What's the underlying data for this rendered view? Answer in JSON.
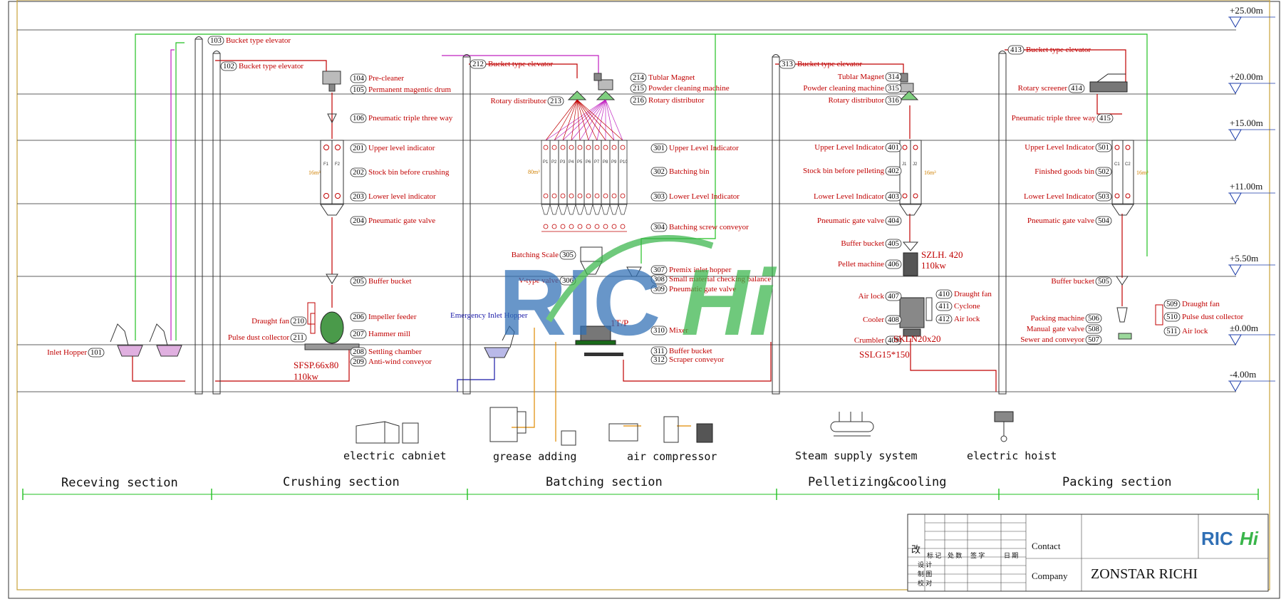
{
  "elevations": [
    "+25.00m",
    "+20.00m",
    "+15.00m",
    "+11.00m",
    "+5.50m",
    "±0.00m",
    "-4.00m"
  ],
  "receiving": {
    "inlet_hopper": {
      "label": "Inlet Hopper",
      "num": "101"
    },
    "bucket_elevator_103": {
      "label": "Bucket type elevator",
      "num": "103"
    }
  },
  "crushing": {
    "bucket_elevator": {
      "label": "Bucket type elevator",
      "num": "102"
    },
    "items": [
      {
        "num": "104",
        "label": "Pre-cleaner"
      },
      {
        "num": "105",
        "label": "Permanent magentic drum"
      },
      {
        "num": "106",
        "label": "Pneumatic triple three way"
      },
      {
        "num": "201",
        "label": "Upper level indicator"
      },
      {
        "num": "202",
        "label": "Stock bin before crushing"
      },
      {
        "num": "203",
        "label": "Lower level indicator"
      },
      {
        "num": "204",
        "label": "Pneumatic gate valve"
      },
      {
        "num": "205",
        "label": "Buffer bucket"
      },
      {
        "num": "206",
        "label": "Impeller feeder"
      },
      {
        "num": "207",
        "label": "Hammer mill"
      },
      {
        "num": "208",
        "label": "Settling chamber"
      },
      {
        "num": "209",
        "label": "Anti-wind conveyor"
      }
    ],
    "left_items": [
      {
        "num": "210",
        "label": "Draught fan"
      },
      {
        "num": "211",
        "label": "Pulse dust collector"
      }
    ],
    "spec_model": "SFSP.66x80",
    "spec_power": "110kw",
    "bin_volume": "16m³"
  },
  "batching": {
    "bucket_elevator": {
      "label": "Bucket type elevator",
      "num": "212"
    },
    "rotary_distributor": {
      "label": "Rotary distributor",
      "num": "213"
    },
    "right_items": [
      {
        "num": "214",
        "label": "Tublar Magnet"
      },
      {
        "num": "215",
        "label": "Powder cleaning machine"
      },
      {
        "num": "216",
        "label": "Rotary distributor"
      },
      {
        "num": "301",
        "label": "Upper Level Indicator"
      },
      {
        "num": "302",
        "label": "Batching bin"
      },
      {
        "num": "303",
        "label": "Lower Level Indicator"
      },
      {
        "num": "304",
        "label": "Batching screw conveyor"
      },
      {
        "num": "307",
        "label": "Premix inlet hopper"
      },
      {
        "num": "308",
        "label": "Small material checking balance"
      },
      {
        "num": "309",
        "label": "Pneumatic gate valve"
      },
      {
        "num": "310",
        "label": "Mixer"
      },
      {
        "num": "311",
        "label": "Buffer bucket"
      },
      {
        "num": "312",
        "label": "Scraper conveyor"
      }
    ],
    "left_items": [
      {
        "num": "305",
        "label": "Batching Scale"
      },
      {
        "num": "306",
        "label": "V-type valve"
      }
    ],
    "emergency_hopper": "Emergency Inlet Hopper",
    "bin_volume": "80m³",
    "mixer_spec": "1T/P",
    "bins": [
      "P1",
      "P2",
      "P3",
      "P4",
      "P5",
      "P6",
      "P7",
      "P8",
      "P9",
      "P10"
    ]
  },
  "pelletizing": {
    "bucket_elevator": {
      "label": "Bucket type elevator",
      "num": "313"
    },
    "left_items": [
      {
        "num": "314",
        "label": "Tublar Magnet"
      },
      {
        "num": "315",
        "label": "Powder cleaning machine"
      },
      {
        "num": "316",
        "label": "Rotary distributor"
      },
      {
        "num": "401",
        "label": "Upper Level Indicator"
      },
      {
        "num": "402",
        "label": "Stock bin before pelleting"
      },
      {
        "num": "403",
        "label": "Lower Level Indicator"
      },
      {
        "num": "404",
        "label": "Pneumatic gate valve"
      },
      {
        "num": "405",
        "label": "Buffer bucket"
      },
      {
        "num": "406",
        "label": "Pellet machine"
      },
      {
        "num": "407",
        "label": "Air lock"
      },
      {
        "num": "408",
        "label": "Cooler"
      },
      {
        "num": "409",
        "label": "Crumbler"
      }
    ],
    "right_items": [
      {
        "num": "410",
        "label": "Draught fan"
      },
      {
        "num": "411",
        "label": "Cyclone"
      },
      {
        "num": "412",
        "label": "Air lock"
      }
    ],
    "pellet_model": "SZLH. 420",
    "pellet_power": "110kw",
    "cooler_model": "SKLN20x20",
    "crumbler_model": "SSLG15*150",
    "bin_volume": "16m³",
    "bins": [
      "J1",
      "J2"
    ]
  },
  "packing": {
    "bucket_elevator": {
      "label": "Bucket type elevator",
      "num": "413"
    },
    "left_items": [
      {
        "num": "414",
        "label": "Rotary screener"
      },
      {
        "num": "415",
        "label": "Pneumatic triple three way"
      },
      {
        "num": "501",
        "label": "Upper Level Indicator"
      },
      {
        "num": "502",
        "label": "Finished goods bin"
      },
      {
        "num": "503",
        "label": "Lower Level Indicator"
      },
      {
        "num": "504",
        "label": "Pneumatic gate valve"
      },
      {
        "num": "505",
        "label": "Buffer bucket"
      },
      {
        "num": "506",
        "label": "Packing machine"
      },
      {
        "num": "508",
        "label": "Manual gate valve"
      },
      {
        "num": "507",
        "label": "Sewer and conveyor"
      }
    ],
    "right_items": [
      {
        "num": "509",
        "label": "Draught fan"
      },
      {
        "num": "510",
        "label": "Pulse dust collector"
      },
      {
        "num": "511",
        "label": "Air lock"
      }
    ],
    "bin_volume": "16m³",
    "bins": [
      "C1",
      "C2"
    ]
  },
  "utilities": [
    {
      "label": "electric cabniet"
    },
    {
      "label": "grease adding"
    },
    {
      "label": "air compressor"
    },
    {
      "label": "Steam supply system"
    },
    {
      "label": "electric hoist"
    }
  ],
  "sections": [
    {
      "label": "Receving section"
    },
    {
      "label": "Crushing section"
    },
    {
      "label": "Batching section"
    },
    {
      "label": "Pelletizing&cooling"
    },
    {
      "label": "Packing section"
    }
  ],
  "title_block": {
    "revise_mark": "改",
    "header_cells": [
      "标 记",
      "处 数",
      "签 字",
      "日 期"
    ],
    "rows": [
      "设 计",
      "制 图",
      "校 对"
    ],
    "contact_label": "Contact",
    "company_label": "Company",
    "company_name": "ZONSTAR RICHI"
  },
  "watermark": {
    "left": "RIC",
    "right": "Hi"
  },
  "colors": {
    "line_green": "#22c022",
    "line_red": "#c00000",
    "line_magenta": "#c020c0",
    "line_orange": "#e08a00",
    "label_red": "#c00000",
    "watermark_blue": "#2f6fb5",
    "watermark_green": "#39b54a"
  }
}
